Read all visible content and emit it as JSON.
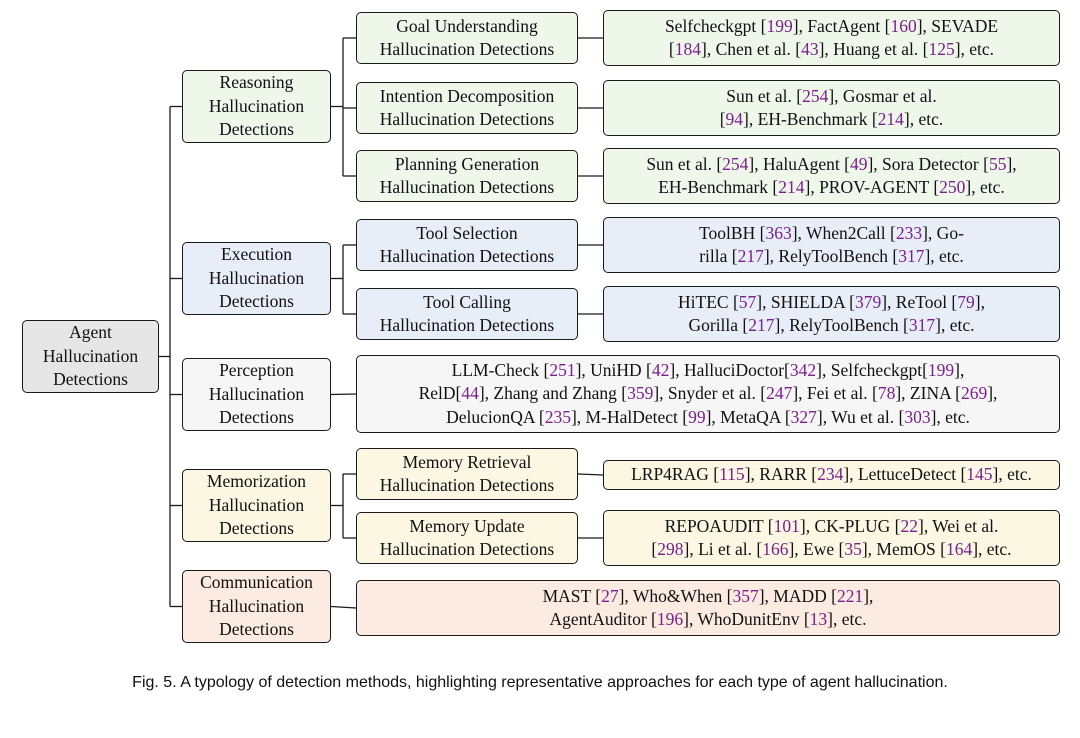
{
  "root": {
    "label": "Agent\nHallucination\nDetections"
  },
  "categories": [
    {
      "id": "reasoning",
      "label": "Reasoning\nHallucination\nDetections",
      "children": [
        {
          "label": "Goal Understanding\nHallucination Detections",
          "methods": [
            {
              "t": "Selfcheckgpt ["
            },
            {
              "c": "199"
            },
            {
              "t": "], FactAgent ["
            },
            {
              "c": "160"
            },
            {
              "t": "], SEVADE\n["
            },
            {
              "c": "184"
            },
            {
              "t": "], Chen et al. ["
            },
            {
              "c": "43"
            },
            {
              "t": "], Huang et al. ["
            },
            {
              "c": "125"
            },
            {
              "t": "], etc."
            }
          ]
        },
        {
          "label": "Intention Decomposition\nHallucination Detections",
          "methods": [
            {
              "t": "Sun et al. ["
            },
            {
              "c": "254"
            },
            {
              "t": "], Gosmar et al.\n["
            },
            {
              "c": "94"
            },
            {
              "t": "], EH-Benchmark ["
            },
            {
              "c": "214"
            },
            {
              "t": "], etc."
            }
          ]
        },
        {
          "label": "Planning Generation\nHallucination Detections",
          "methods": [
            {
              "t": "Sun et al. ["
            },
            {
              "c": "254"
            },
            {
              "t": "], HaluAgent ["
            },
            {
              "c": "49"
            },
            {
              "t": "], Sora Detector ["
            },
            {
              "c": "55"
            },
            {
              "t": "],\nEH-Benchmark ["
            },
            {
              "c": "214"
            },
            {
              "t": "], PROV-AGENT ["
            },
            {
              "c": "250"
            },
            {
              "t": "], etc."
            }
          ]
        }
      ]
    },
    {
      "id": "execution",
      "label": "Execution\nHallucination\nDetections",
      "children": [
        {
          "label": "Tool Selection\nHallucination Detections",
          "methods": [
            {
              "t": "ToolBH ["
            },
            {
              "c": "363"
            },
            {
              "t": "], When2Call ["
            },
            {
              "c": "233"
            },
            {
              "t": "], Go-\nrilla ["
            },
            {
              "c": "217"
            },
            {
              "t": "], RelyToolBench ["
            },
            {
              "c": "317"
            },
            {
              "t": "], etc."
            }
          ]
        },
        {
          "label": "Tool Calling\nHallucination Detections",
          "methods": [
            {
              "t": "HiTEC ["
            },
            {
              "c": "57"
            },
            {
              "t": "], SHIELDA ["
            },
            {
              "c": "379"
            },
            {
              "t": "], ReTool ["
            },
            {
              "c": "79"
            },
            {
              "t": "],\nGorilla ["
            },
            {
              "c": "217"
            },
            {
              "t": "], RelyToolBench ["
            },
            {
              "c": "317"
            },
            {
              "t": "], etc."
            }
          ]
        }
      ]
    },
    {
      "id": "perception",
      "label": "Perception\nHallucination\nDetections",
      "methods": [
        {
          "t": "LLM-Check ["
        },
        {
          "c": "251"
        },
        {
          "t": "], UniHD ["
        },
        {
          "c": "42"
        },
        {
          "t": "], HalluciDoctor["
        },
        {
          "c": "342"
        },
        {
          "t": "], Selfcheckgpt["
        },
        {
          "c": "199"
        },
        {
          "t": "],\nRelD["
        },
        {
          "c": "44"
        },
        {
          "t": "], Zhang and Zhang ["
        },
        {
          "c": "359"
        },
        {
          "t": "], Snyder et al. ["
        },
        {
          "c": "247"
        },
        {
          "t": "], Fei et al. ["
        },
        {
          "c": "78"
        },
        {
          "t": "], ZINA ["
        },
        {
          "c": "269"
        },
        {
          "t": "],\nDelucionQA ["
        },
        {
          "c": "235"
        },
        {
          "t": "], M-HalDetect ["
        },
        {
          "c": "99"
        },
        {
          "t": "], MetaQA ["
        },
        {
          "c": "327"
        },
        {
          "t": "], Wu et al. ["
        },
        {
          "c": "303"
        },
        {
          "t": "], etc."
        }
      ]
    },
    {
      "id": "memorization",
      "label": "Memorization\nHallucination\nDetections",
      "children": [
        {
          "label": "Memory Retrieval\nHallucination Detections",
          "methods": [
            {
              "t": "LRP4RAG ["
            },
            {
              "c": "115"
            },
            {
              "t": "], RARR ["
            },
            {
              "c": "234"
            },
            {
              "t": "], LettuceDetect ["
            },
            {
              "c": "145"
            },
            {
              "t": "], etc."
            }
          ]
        },
        {
          "label": "Memory Update\nHallucination Detections",
          "methods": [
            {
              "t": "REPOAUDIT ["
            },
            {
              "c": "101"
            },
            {
              "t": "], CK-PLUG ["
            },
            {
              "c": "22"
            },
            {
              "t": "], Wei et al.\n["
            },
            {
              "c": "298"
            },
            {
              "t": "], Li et al. ["
            },
            {
              "c": "166"
            },
            {
              "t": "], Ewe ["
            },
            {
              "c": "35"
            },
            {
              "t": "], MemOS ["
            },
            {
              "c": "164"
            },
            {
              "t": "], etc."
            }
          ]
        }
      ]
    },
    {
      "id": "communication",
      "label": "Communication\nHallucination\nDetections",
      "methods": [
        {
          "t": "MAST ["
        },
        {
          "c": "27"
        },
        {
          "t": "], Who&When ["
        },
        {
          "c": "357"
        },
        {
          "t": "], MADD ["
        },
        {
          "c": "221"
        },
        {
          "t": "],\nAgentAuditor ["
        },
        {
          "c": "196"
        },
        {
          "t": "], WhoDunitEnv ["
        },
        {
          "c": "13"
        },
        {
          "t": "], etc."
        }
      ]
    }
  ],
  "caption": "Fig. 5.  A typology of detection methods, highlighting representative approaches for each type of agent hallucination.",
  "colors": {
    "root": "#e6e6e6",
    "reasoning": "#eef7ea",
    "execution": "#e8eef8",
    "perception": "#f6f6f6",
    "memorization": "#fbf7e3",
    "communication": "#fcebe0",
    "citation": "#7a1f8c",
    "border": "#1a1a1a"
  }
}
